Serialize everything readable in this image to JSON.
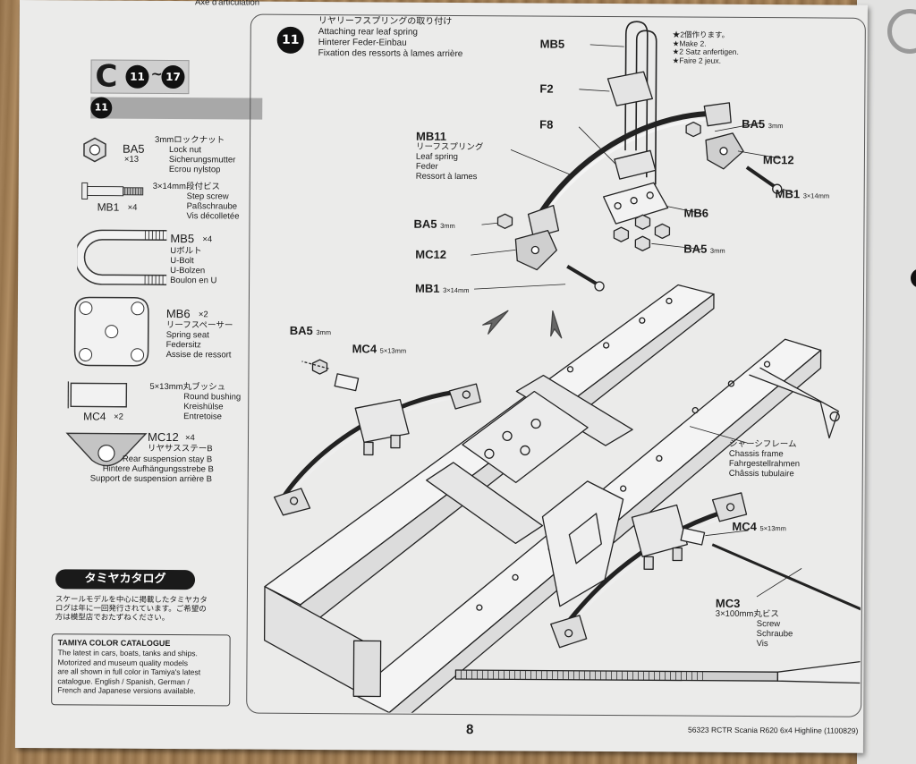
{
  "header": {
    "top_text": "Axe d'articulation"
  },
  "section": {
    "letter": "C",
    "from_step": "11",
    "to_step": "17",
    "step_badge": "11"
  },
  "parts": [
    {
      "code": "BA5",
      "qty": "×13",
      "lines": [
        "3mmロックナット",
        "Lock nut",
        "Sicherungsmutter",
        "Ecrou nylstop"
      ]
    },
    {
      "code": "MB1",
      "qty": "×4",
      "lines": [
        "3×14mm段付ビス",
        "Step screw",
        "Paßschraube",
        "Vis décolletée"
      ]
    },
    {
      "code": "MB5",
      "qty": "×4",
      "lines": [
        "Uボルト",
        "U-Bolt",
        "U-Bolzen",
        "Boulon en U"
      ]
    },
    {
      "code": "MB6",
      "qty": "×2",
      "lines": [
        "リーフスペーサー",
        "Spring seat",
        "Federsitz",
        "Assise de ressort"
      ]
    },
    {
      "code": "MC4",
      "qty": "×2",
      "lines": [
        "5×13mm丸ブッシュ",
        "Round bushing",
        "Kreishülse",
        "Entretoise"
      ]
    },
    {
      "code": "MC12",
      "qty": "×4",
      "lines": [
        "リヤサスステーB",
        "Rear suspension stay B",
        "Hintere Aufhängungsstrebe B",
        "Support de suspension arrière B"
      ]
    }
  ],
  "catalog": {
    "badge": "タミヤカタログ",
    "jp_text": [
      "スケールモデルを中心に掲載したタミヤカタ",
      "ログは年に一回発行されています。ご希望の",
      "方は模型店でおたずねください。"
    ],
    "title": "TAMIYA COLOR CATALOGUE",
    "body": [
      "The latest in cars, boats, tanks and ships.",
      "Motorized and museum quality models",
      "are all shown in full color in Tamiya's latest",
      "catalogue. English / Spanish, German /",
      "French and Japanese versions available."
    ]
  },
  "step": {
    "number": "11",
    "title_lines": [
      "リヤリーフスプリングの取り付け",
      "Attaching rear leaf spring",
      "Hinterer Feder-Einbau",
      "Fixation des ressorts à lames arrière"
    ],
    "make_note": [
      "★2個作ります。",
      "★Make 2.",
      "★2 Satz anfertigen.",
      "★Faire 2 jeux."
    ]
  },
  "callouts": {
    "mb5": "MB5",
    "f2": "F2",
    "f8": "F8",
    "mb11": "MB11",
    "mb11_lines": [
      "リーフスプリング",
      "Leaf spring",
      "Feder",
      "Ressort à lames"
    ],
    "ba5_top": "BA5",
    "ba5_top_size": "3mm",
    "mc12_right": "MC12",
    "mb1_right": "MB1",
    "mb1_right_size": "3×14mm",
    "mb6": "MB6",
    "ba5_left": "BA5",
    "ba5_left_size": "3mm",
    "mc12_left": "MC12",
    "ba5_bottom": "BA5",
    "ba5_bottom_size": "3mm",
    "mb1_left": "MB1",
    "mb1_left_size": "3×14mm",
    "ba5_frame": "BA5",
    "ba5_frame_size": "3mm",
    "mc4_left": "MC4",
    "mc4_left_size": "5×13mm",
    "chassis_lines": [
      "シャーシフレーム",
      "Chassis frame",
      "Fahrgestellrahmen",
      "Châssis tubulaire"
    ],
    "mc4_right": "MC4",
    "mc4_right_size": "5×13mm",
    "mc3": "MC3",
    "mc3_lines": [
      "3×100mm丸ビス",
      "Screw",
      "Schraube",
      "Vis"
    ]
  },
  "footer": {
    "page_number": "8",
    "product": "56323 RCTR Scania R620 6x4 Highline (1100829)"
  }
}
